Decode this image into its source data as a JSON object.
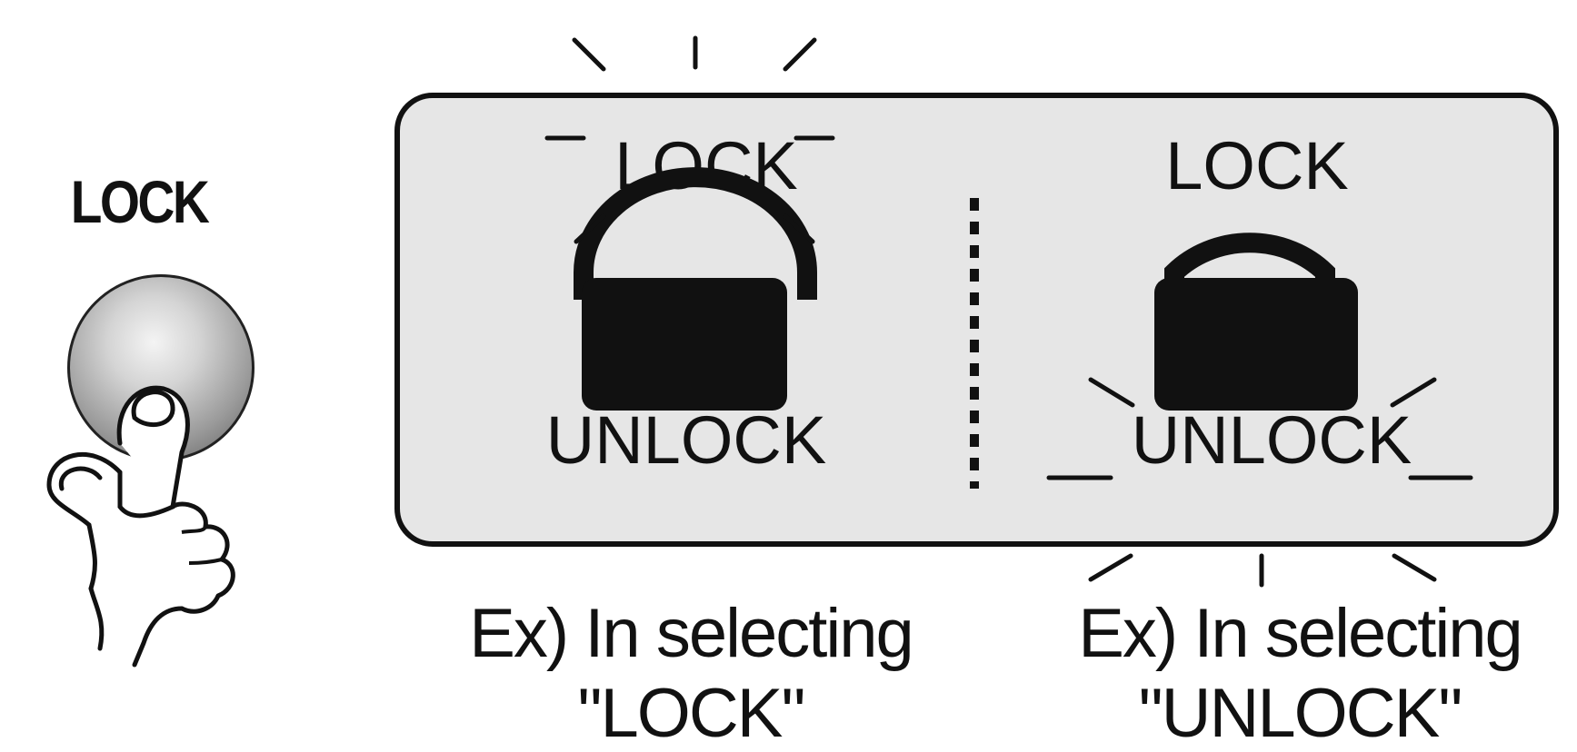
{
  "button": {
    "label": "LOCK",
    "icon": "hand-pressing-icon"
  },
  "panel": {
    "left_example": {
      "top_label": "LOCK",
      "bottom_label": "UNLOCK",
      "icon": "padlock-icon",
      "highlighted": "LOCK"
    },
    "right_example": {
      "top_label": "LOCK",
      "bottom_label": "UNLOCK",
      "icon": "padlock-icon",
      "highlighted": "UNLOCK"
    }
  },
  "captions": {
    "left_line1": "Ex) In selecting",
    "left_line2": "\"LOCK\"",
    "right_line1": "Ex) In selecting",
    "right_line2": "\"UNLOCK\""
  },
  "colors": {
    "panel_background": "#e6e6e6",
    "outline": "#111111"
  }
}
